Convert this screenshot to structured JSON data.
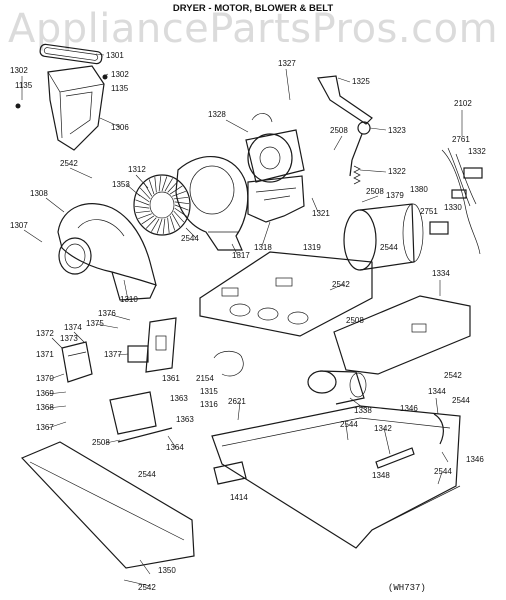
{
  "watermark": "AppliancePartsPros.com",
  "title": "DRYER - MOTOR, BLOWER & BELT",
  "diagram_code": "(WH737)",
  "part_labels": [
    "1301",
    "1302",
    "1302",
    "1135",
    "1135",
    "1306",
    "1327",
    "1325",
    "2102",
    "1328",
    "2508",
    "1323",
    "2761",
    "1332",
    "2542",
    "1312",
    "1353",
    "1308",
    "1322",
    "2508",
    "1379",
    "1380",
    "1330",
    "2751",
    "1321",
    "1307",
    "2544",
    "1317",
    "1318",
    "1319",
    "1310",
    "2544",
    "2542",
    "1334",
    "1376",
    "1375",
    "1374",
    "1372",
    "1373",
    "1371",
    "1377",
    "2508",
    "1370",
    "1361",
    "2154",
    "1315",
    "1316",
    "1369",
    "1368",
    "1363",
    "1363",
    "1367",
    "2508",
    "1364",
    "2621",
    "1338",
    "2542",
    "1344",
    "2544",
    "1346",
    "2544",
    "1342",
    "1346",
    "2544",
    "2544",
    "1414",
    "1348",
    "1350",
    "2542"
  ]
}
